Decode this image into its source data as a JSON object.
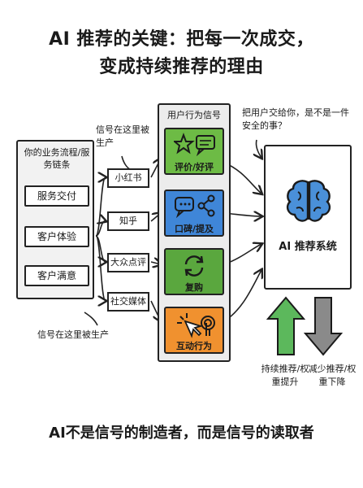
{
  "title": {
    "line1": "AI 推荐的关键：把每一次成交，",
    "line2": "变成持续推荐的理由"
  },
  "flow": {
    "heading": "你的业务流程/服务链条",
    "steps": [
      "服务交付",
      "客户体验",
      "客户满意"
    ]
  },
  "notes": {
    "signal_top": "信号在这里被生产",
    "signal_bottom": "信号在这里被生产",
    "question": "把用户交给你，是不是一件安全的事？"
  },
  "platforms": [
    "小红书",
    "知乎",
    "大众点评",
    "社交媒体"
  ],
  "behavior": {
    "heading": "用户行为信号",
    "cards": [
      {
        "label": "评价/好评",
        "icon": "star-chat-icon",
        "color": "#6dbb45"
      },
      {
        "label": "口碑/提及",
        "icon": "chat-share-icon",
        "color": "#3f86d8"
      },
      {
        "label": "复购",
        "icon": "refresh-icon",
        "color": "#5aa73e"
      },
      {
        "label": "互动行为",
        "icon": "click-icon",
        "color": "#f0912f"
      }
    ]
  },
  "ai": {
    "label": "AI 推荐系统",
    "icon": "brain-icon"
  },
  "outcomes": {
    "up": "持续推荐/权重提升",
    "down": "减少推荐/权重下降",
    "up_color": "#5cb85c",
    "down_color": "#8a8a8a"
  },
  "bottom": "AI不是信号的制造者，而是信号的读取者"
}
